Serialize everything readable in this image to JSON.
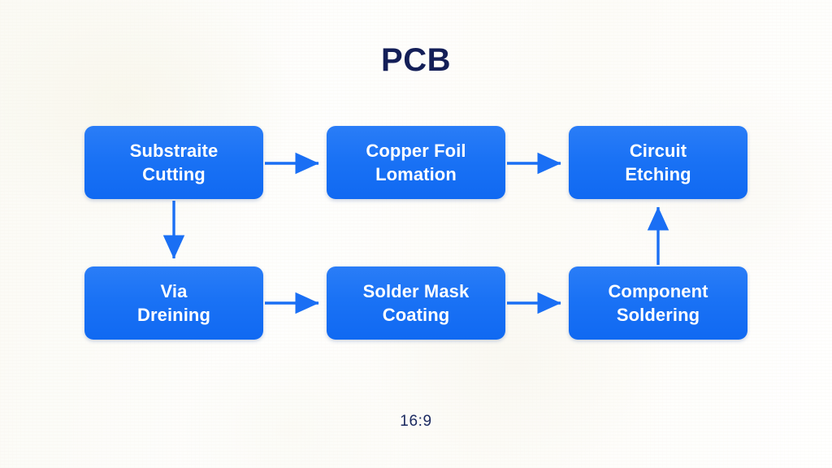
{
  "diagram": {
    "title": "PCB",
    "ratio_label": "16:9",
    "accent_color": "#1a72f5",
    "title_color": "#141f58",
    "background_color": "#fdfdfa",
    "node_text_color": "#ffffff",
    "nodes": [
      {
        "id": "substrate-cutting",
        "line1": "Substraite",
        "line2": "Cutting",
        "row": 1,
        "col": 1
      },
      {
        "id": "copper-foil",
        "line1": "Copper Foil",
        "line2": "Lomation",
        "row": 1,
        "col": 2
      },
      {
        "id": "circuit-etching",
        "line1": "Circuit",
        "line2": "Etching",
        "row": 1,
        "col": 3
      },
      {
        "id": "via-drilling",
        "line1": "Via",
        "line2": "Dreining",
        "row": 2,
        "col": 1
      },
      {
        "id": "solder-mask",
        "line1": "Solder Mask",
        "line2": "Coating",
        "row": 2,
        "col": 2
      },
      {
        "id": "component-soldering",
        "line1": "Component",
        "line2": "Soldering",
        "row": 2,
        "col": 3
      }
    ],
    "edges": [
      {
        "from": "substrate-cutting",
        "to": "copper-foil",
        "direction": "right"
      },
      {
        "from": "copper-foil",
        "to": "circuit-etching",
        "direction": "right"
      },
      {
        "from": "substrate-cutting",
        "to": "via-drilling",
        "direction": "down"
      },
      {
        "from": "via-drilling",
        "to": "solder-mask",
        "direction": "right"
      },
      {
        "from": "solder-mask",
        "to": "component-soldering",
        "direction": "right"
      },
      {
        "from": "component-soldering",
        "to": "circuit-etching",
        "direction": "up"
      }
    ]
  }
}
